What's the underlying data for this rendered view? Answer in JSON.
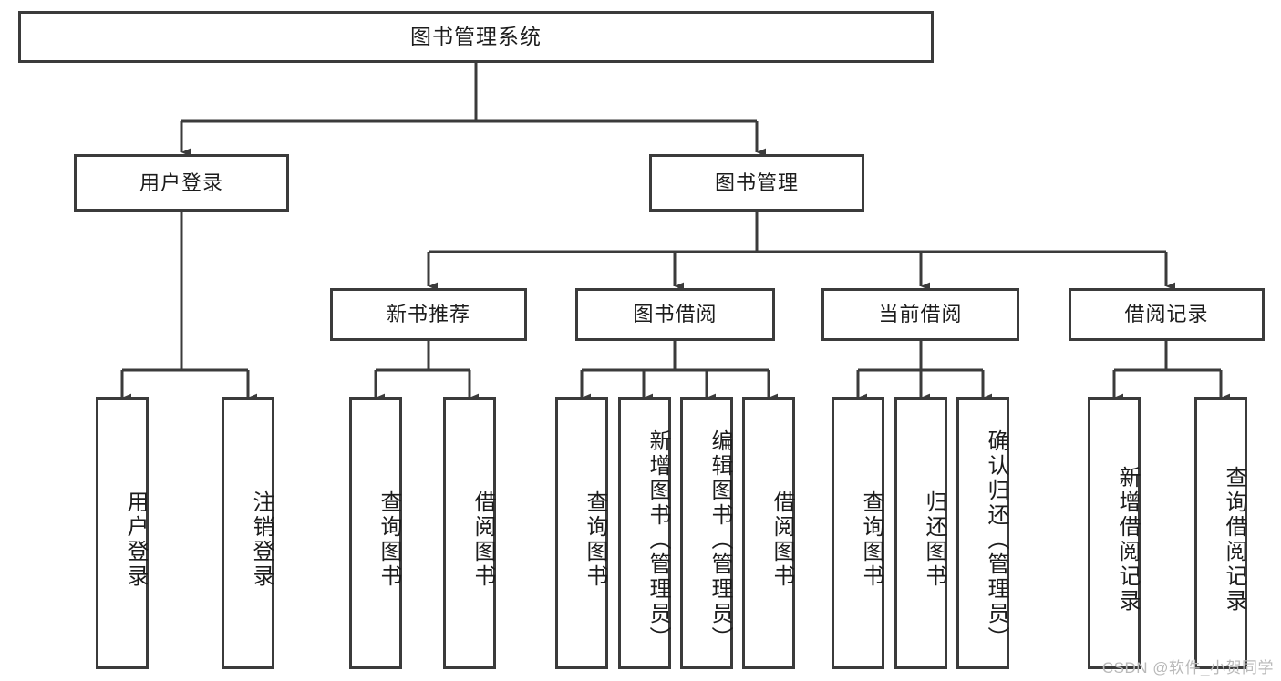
{
  "diagram": {
    "title": "图书管理系统",
    "type": "tree",
    "watermark": "CSDN @软件_小贺同学",
    "colors": {
      "border": "#3b3b3b",
      "background": "#ffffff",
      "text": "#1c1c1c",
      "watermark": "#b9b9b9"
    },
    "root": {
      "label": "图书管理系统"
    },
    "level2": [
      {
        "label": "用户登录"
      },
      {
        "label": "图书管理"
      }
    ],
    "level3": [
      {
        "label": "新书推荐"
      },
      {
        "label": "图书借阅"
      },
      {
        "label": "当前借阅"
      },
      {
        "label": "借阅记录"
      }
    ],
    "leaves": {
      "user_login": [
        {
          "label": "用户登录"
        },
        {
          "label": "注销登录"
        }
      ],
      "new_book_recommend": [
        {
          "label": "查询图书"
        },
        {
          "label": "借阅图书"
        }
      ],
      "book_borrow": [
        {
          "label": "查询图书"
        },
        {
          "label": "新增图书（管理员）"
        },
        {
          "label": "编辑图书（管理员）"
        },
        {
          "label": "借阅图书"
        }
      ],
      "current_borrow": [
        {
          "label": "查询图书"
        },
        {
          "label": "归还图书"
        },
        {
          "label": "确认归还（管理员）"
        }
      ],
      "borrow_record": [
        {
          "label": "新增借阅记录"
        },
        {
          "label": "查询借阅记录"
        }
      ]
    }
  }
}
